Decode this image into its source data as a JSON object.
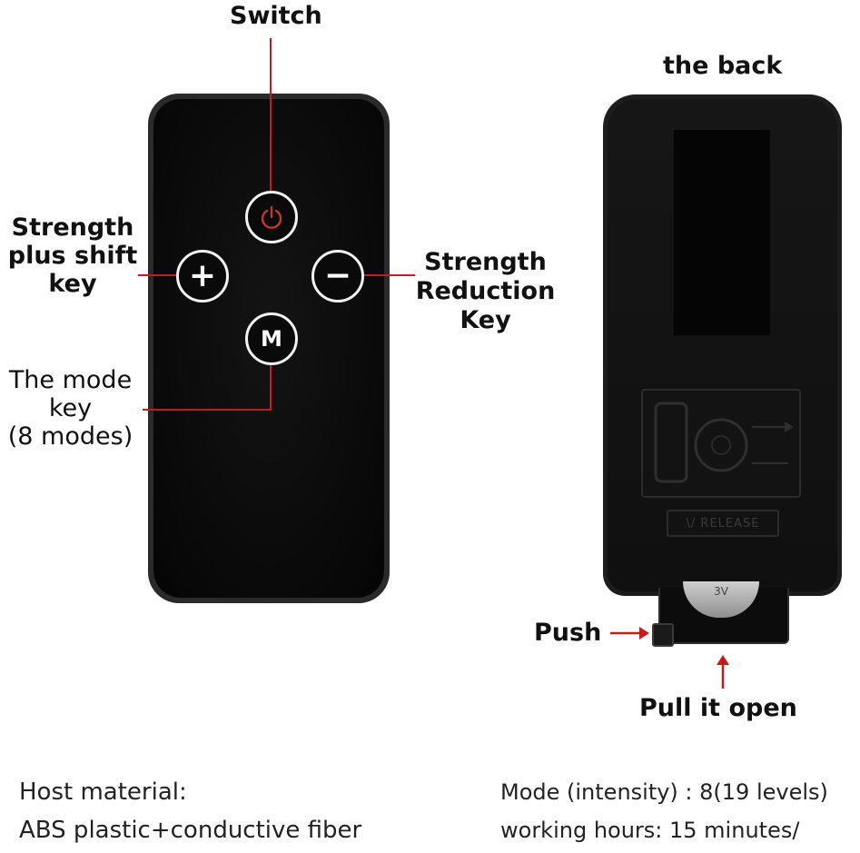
{
  "labels": {
    "switch": "Switch",
    "the_back": "the back",
    "strength_plus": [
      "Strength",
      "plus shift",
      "key"
    ],
    "strength_reduction": [
      "Strength",
      "Reduction",
      "Key"
    ],
    "mode_key": [
      "The mode",
      "key",
      "(8 modes)"
    ],
    "push": "Push",
    "pull_open": "Pull it open"
  },
  "buttons": {
    "power_icon": "power-icon",
    "plus_symbol": "+",
    "minus_symbol": "−",
    "mode_symbol": "M"
  },
  "back_panel": {
    "release_text": "\\/ RELEASE",
    "battery_text": "3V"
  },
  "specs": {
    "left_line1": "Host material:",
    "left_line2": "ABS plastic+conductive fiber",
    "right_line1": "Mode (intensity) : 8(19 levels)",
    "right_line2": "working hours: 15 minutes/"
  },
  "colors": {
    "accent_red": "#c8191c",
    "remote_black": "#0b0b0b",
    "power_red": "#c0392b"
  }
}
